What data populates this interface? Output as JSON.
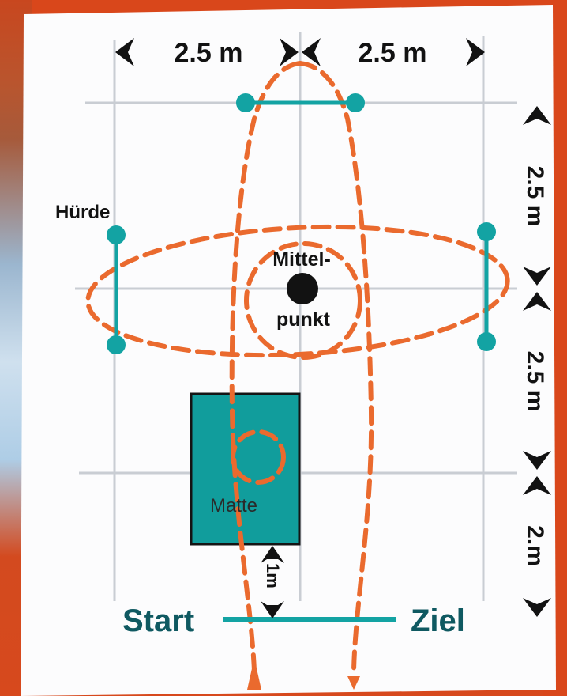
{
  "dimensions": {
    "top_left": "2.5 m",
    "top_right": "2.5 m",
    "right_upper": "2.5 m",
    "right_middle": "2.5 m",
    "right_lower": "2.m",
    "mat_gap": "1m"
  },
  "labels": {
    "hurdle": "Hürde",
    "center_line1": "Mittel-",
    "center_line2": "punkt",
    "mat": "Matte",
    "start": "Start",
    "finish": "Ziel"
  },
  "colors": {
    "frame": "#d9471b",
    "paper": "#ffffff",
    "grid": "#c9cdd3",
    "teal": "#13a3a3",
    "mat_fill": "#119d9c",
    "path": "#ea6a2e",
    "ink": "#121212",
    "start_text": "#0f5961"
  },
  "icons": [
    "left-arrow-icon",
    "right-arrow-icon",
    "up-arrow-icon",
    "down-arrow-icon",
    "center-dot-icon",
    "path-arrow-icon"
  ]
}
